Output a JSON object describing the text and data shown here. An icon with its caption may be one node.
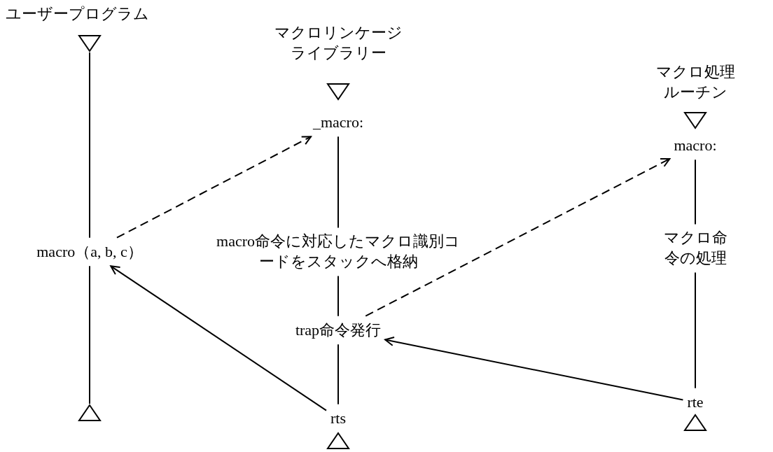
{
  "diagram": {
    "nodes": [
      {
        "text": [],
        "shape": "triangle"
      },
      {
        "text": [
          "macro（a, b, c）"
        ]
      },
      {
        "text": [],
        "shape": "triangle"
      },
      {
        "text": [],
        "shape": "triangle"
      },
      {
        "text": [
          "_macro:"
        ]
      },
      {
        "text": [
          "macro命令に対応したマクロ識別コードをスタックへ格納"
        ]
      },
      {
        "text": [
          "trap命令発行"
        ]
      },
      {
        "text": [
          "rts"
        ]
      },
      {
        "text": [],
        "shape": "triangle"
      },
      {
        "text": [],
        "shape": "triangle"
      },
      {
        "text": [
          "macro:"
        ]
      },
      {
        "text": [
          "マクロ命令の処理"
        ]
      },
      {
        "text": [
          "rte"
        ]
      },
      {
        "text": [],
        "shape": "triangle"
      }
    ],
    "edges": [
      {
        "from": 0,
        "to": 1,
        "arrow": "none"
      },
      {
        "from": 1,
        "to": 2,
        "arrow": "none"
      },
      {
        "from": 4,
        "to": 5,
        "arrow": "none"
      },
      {
        "from": 5,
        "to": 6,
        "arrow": "none"
      },
      {
        "from": 6,
        "to": 7,
        "arrow": "none"
      },
      {
        "from": 10,
        "to": 11,
        "arrow": "none"
      },
      {
        "from": 11,
        "to": 12,
        "arrow": "none"
      },
      {
        "from": 1,
        "to": 4,
        "arrow": "to",
        "style": "dashed"
      },
      {
        "from": 6,
        "to": 10,
        "arrow": "to",
        "style": "dashed"
      },
      {
        "from": 7,
        "to": 1,
        "arrow": "to"
      },
      {
        "from": 12,
        "to": 6,
        "arrow": "to"
      }
    ],
    "labels": [
      "ユーザープログラム",
      "マクロリンケージライブラリー",
      "マクロ処理ルーチン"
    ]
  }
}
